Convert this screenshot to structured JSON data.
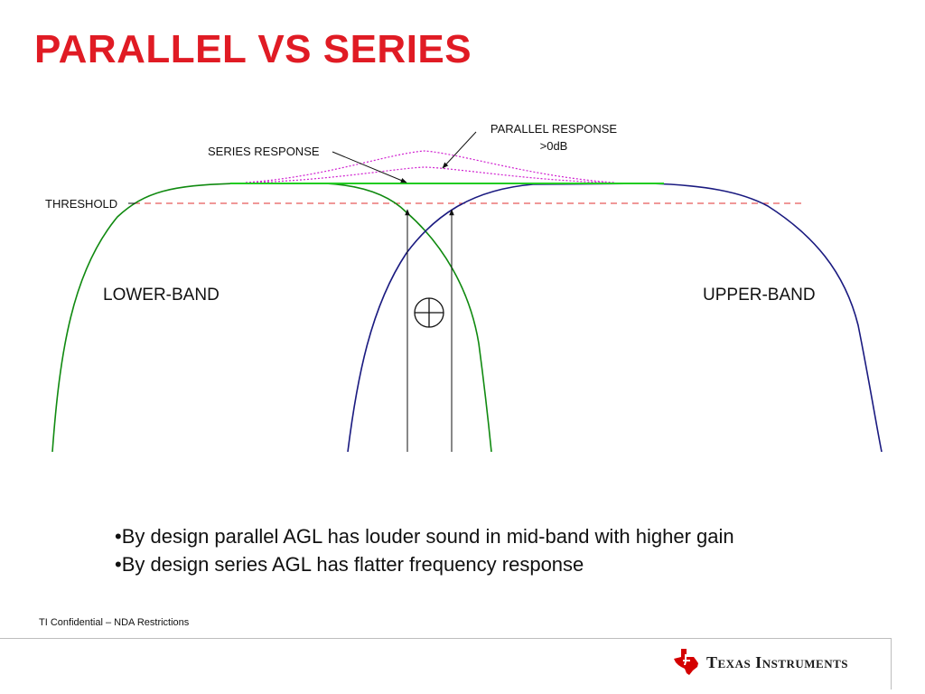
{
  "slide": {
    "title": "PARALLEL VS SERIES"
  },
  "diagram": {
    "labels": {
      "parallel_response_line1": "PARALLEL RESPONSE",
      "parallel_response_line2": ">0dB",
      "series_response": "SERIES RESPONSE",
      "threshold": "THRESHOLD",
      "lower_band": "LOWER-BAND",
      "upper_band": "UPPER-BAND"
    },
    "colors": {
      "lower_band": "#108a10",
      "upper_band": "#1a1a80",
      "series_response": "#22cc22",
      "parallel_response": "#d020d0",
      "threshold": "#e03030",
      "arrow": "#111111"
    },
    "icons": {
      "summing_symbol": "circle-plus-icon"
    }
  },
  "bullets": [
    "•By design parallel AGL has louder sound in mid-band with higher gain",
    "•By design series AGL has flatter frequency response"
  ],
  "footer": {
    "confidentiality": "TI Confidential – NDA Restrictions",
    "logo_text": "Texas Instruments",
    "logo_icon": "texas-state-icon"
  }
}
